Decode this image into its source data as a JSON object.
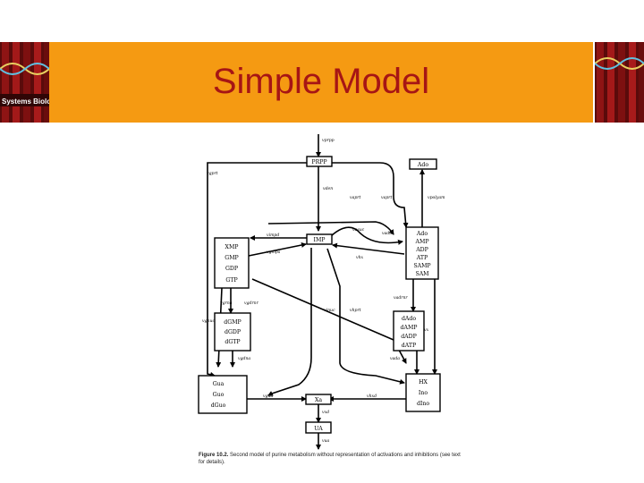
{
  "slide": {
    "title": "Simple Model"
  },
  "logos": {
    "left_text": "Systems Biology"
  },
  "diagram": {
    "boxes": {
      "prpp": [
        "PRPP"
      ],
      "ade_top": [
        "Ado"
      ],
      "imp": [
        "IMP"
      ],
      "adenine_pool": [
        "Ado",
        "AMP",
        "ADP",
        "ATP",
        "SAMP",
        "SAM"
      ],
      "guanine_pool": [
        "XMP",
        "GMP",
        "GDP",
        "GTP"
      ],
      "dguanine_pool": [
        "dGMP",
        "dGDP",
        "dGTP"
      ],
      "dadenine_pool": [
        "dAdo",
        "dAMP",
        "dADP",
        "dATP"
      ],
      "guanine_bases": [
        "Gua",
        "Guo",
        "dGuo"
      ],
      "hx_pool": [
        "HX",
        "Ino",
        "dIno"
      ],
      "xa": [
        "Xa"
      ],
      "ua": [
        "UA"
      ]
    },
    "rates": {
      "r_prpp": "vprpp",
      "r_gprt": "vgprt",
      "r_den": "vden",
      "r_aprt": "vaprt",
      "r_polyam": "vpolyam",
      "r_impd": "vimpd",
      "r_gmps": "vgmps",
      "r_hprt": "vhprt",
      "r_ada": "vada",
      "r_asuc": "vasuc",
      "r_inuc": "vinuc",
      "r_hx": "vhx",
      "r_grna": "vgrna",
      "r_gdna": "vgdna",
      "r_gnuc": "vgnuc",
      "r_gdrnr": "vgdrnr",
      "r_gua": "vgua",
      "r_xd": "vxd",
      "r_hxd": "vhxd",
      "r_ua": "vua",
      "r_aprt2": "vaprt",
      "r_adrnr": "vadrnr",
      "r_adna": "vada",
      "r_dhx": "vx"
    }
  },
  "caption": {
    "label": "Figure 10.2.",
    "text": "Second model of purine metabolism without representation of activations and inhibitions (see text for details)."
  }
}
